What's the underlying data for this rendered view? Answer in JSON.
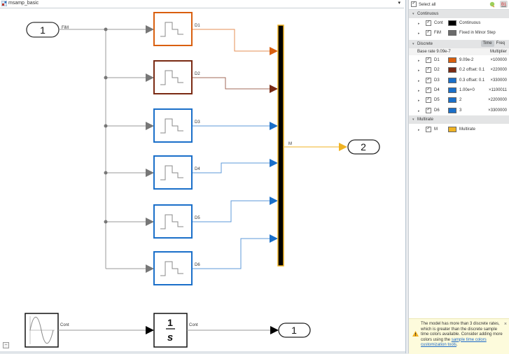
{
  "window": {
    "model_name": "msamp_basic"
  },
  "canvas": {
    "inport": {
      "number": "1",
      "signal_label": "FiM"
    },
    "discrete_blocks": [
      {
        "signal_label": "D1",
        "color": "#d95f0e"
      },
      {
        "signal_label": "D2",
        "color": "#7a2a13"
      },
      {
        "signal_label": "D3",
        "color": "#1a6fc9"
      },
      {
        "signal_label": "D4",
        "color": "#1a6fc9"
      },
      {
        "signal_label": "D5",
        "color": "#1a6fc9"
      },
      {
        "signal_label": "D6",
        "color": "#1a6fc9"
      }
    ],
    "mux_output_label": "M",
    "mux_color": "#f0b323",
    "outport_2": {
      "number": "2"
    },
    "sine_output_label": "Cont",
    "integrator": {
      "numerator": "1",
      "denominator": "s"
    },
    "integrator_output_label": "Cont",
    "outport_1": {
      "number": "1"
    }
  },
  "legend_panel": {
    "select_all_label": "Select all",
    "sections": {
      "continuous": {
        "title": "Continuous",
        "rows": [
          {
            "name": "Cont",
            "color": "#000000",
            "description": "Continuous",
            "checked": true
          },
          {
            "name": "FiM",
            "color": "#6b6b6b",
            "description": "Fixed in Minor Step",
            "checked": true
          }
        ]
      },
      "discrete": {
        "title": "Discrete",
        "toggle": [
          "Time",
          "Freq"
        ],
        "toggle_selected": "Time",
        "base_rate_label": "Base rate 9.09e-7",
        "multiplier_header": "Multiplier",
        "rows": [
          {
            "name": "D1",
            "color": "#d95f0e",
            "value": "9.09e-2",
            "multiplier": "×100000",
            "checked": true
          },
          {
            "name": "D2",
            "color": "#7a2a13",
            "value": "0.2 offset: 0.1",
            "multiplier": "×220000",
            "checked": true
          },
          {
            "name": "D3",
            "color": "#1a6fc9",
            "value": "0.3 offset: 0.1",
            "multiplier": "×330000",
            "checked": true
          },
          {
            "name": "D4",
            "color": "#1a6fc9",
            "value": "1.00e+0",
            "multiplier": "×1100011",
            "checked": true
          },
          {
            "name": "D5",
            "color": "#1a6fc9",
            "value": "2",
            "multiplier": "×2200000",
            "checked": true
          },
          {
            "name": "D6",
            "color": "#1a6fc9",
            "value": "3",
            "multiplier": "×3300000",
            "checked": true
          }
        ]
      },
      "multirate": {
        "title": "Multirate",
        "rows": [
          {
            "name": "M",
            "color": "#f0b323",
            "description": "Multirate",
            "checked": true
          }
        ]
      }
    },
    "notice": {
      "text": "The model has more than 3 discrete rates, which is greater than the discrete sample time colors available. Consider adding more colors using the ",
      "link_text": "sample time colors customization tools",
      "suffix": "."
    }
  }
}
